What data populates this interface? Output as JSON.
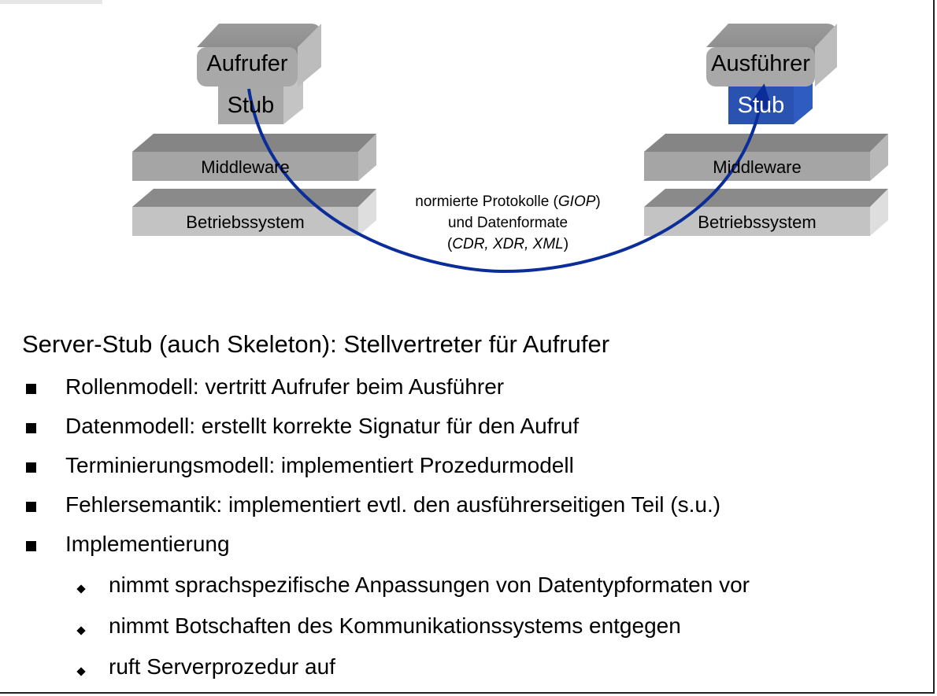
{
  "diagram": {
    "left": {
      "top": "Aufrufer",
      "stub": "Stub",
      "middleware": "Middleware",
      "os": "Betriebssystem"
    },
    "right": {
      "top": "Ausführer",
      "stub": "Stub",
      "middleware": "Middleware",
      "os": "Betriebssystem"
    },
    "protocol": {
      "line1_pre": "normierte Protokolle (",
      "line1_it": "GIOP",
      "line1_post": ")",
      "line2": "und Datenformate",
      "line3_pre": "(",
      "line3_it": "CDR, XDR, XML",
      "line3_post": ")"
    },
    "colors": {
      "arc": "#0a2d9a",
      "stub_server": "#2a52b0"
    }
  },
  "heading": "Server-Stub (auch Skeleton): Stellvertreter für Aufrufer",
  "bullets": [
    "Rollenmodell: vertritt Aufrufer beim Ausführer",
    "Datenmodell: erstellt korrekte Signatur für den Aufruf",
    "Terminierungsmodell: implementiert Prozedurmodell",
    "Fehlersemantik: implementiert evtl. den ausführerseitigen Teil (s.u.)",
    "Implementierung"
  ],
  "subbullets": [
    "nimmt sprachspezifische Anpassungen von Datentypformaten vor",
    "nimmt Botschaften des Kommunikationssystems entgegen",
    "ruft Serverprozedur auf"
  ]
}
